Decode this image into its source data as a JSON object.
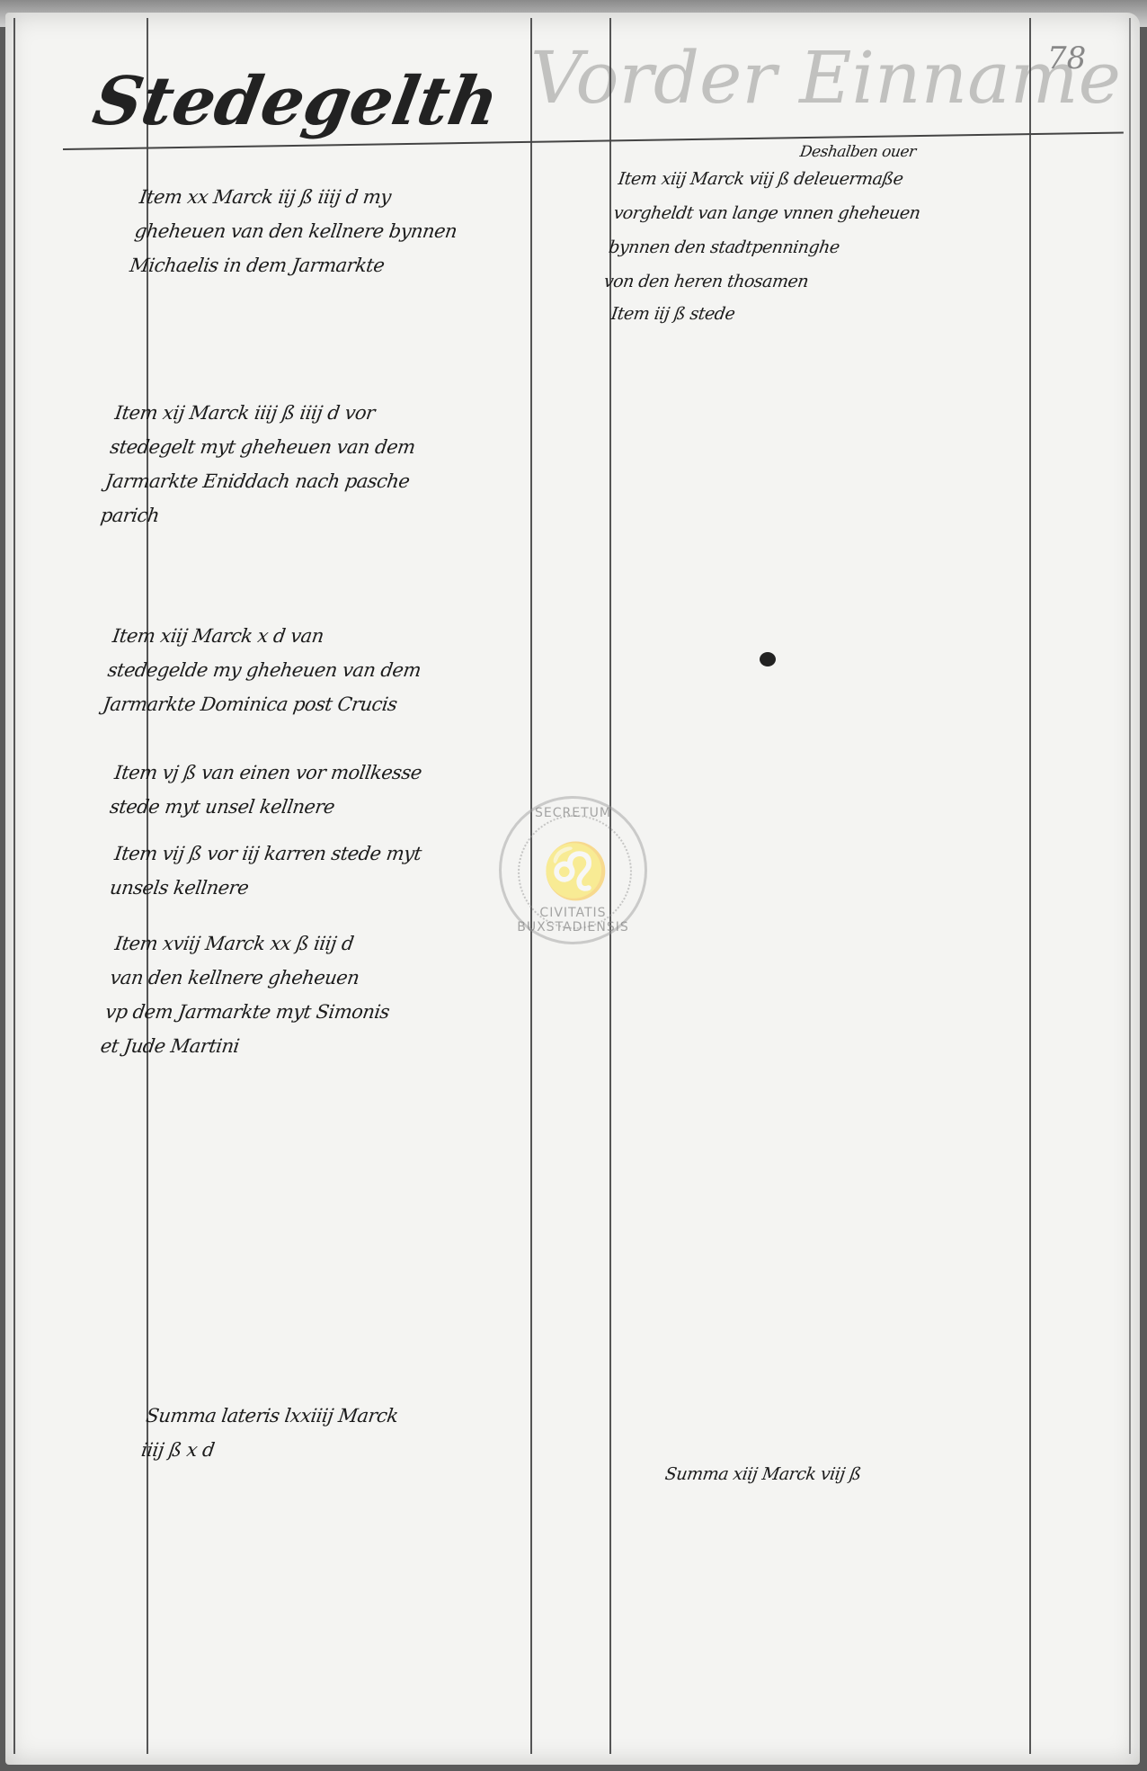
{
  "heading": "Stedegelth",
  "ghost_heading": "Vorder Einname",
  "page_number": "78",
  "left_column": {
    "entries": [
      "Item xx Marck iij ß iiij d my\ngheheuen van den kellnere bynnen\nMichaelis in dem Jarmarkte",
      "Item xij Marck iiij ß iiij d vor\nstedegelt myt gheheuen van dem\nJarmarkte Eniddach nach pasche\nparich",
      "Item xiij Marck x d van\nstedegelde my gheheuen van dem\nJarmarkte Dominica post Crucis",
      "Item vj ß van einen vor mollkesse\nstede myt unsel kellnere",
      "Item vij ß vor iij karren stede myt\nunsels kellnere",
      "Item xviij Marck xx ß iiij d\nvan den kellnere gheheuen\nvp dem Jarmarkte myt Simonis\net Jude Martini"
    ],
    "sum": "Summa lateris lxxiiij Marck\niiij ß x d"
  },
  "right_column": {
    "subheading": "Deshalben ouer",
    "entries": [
      "Item xiij Marck viij ß deleuermaße\nvorgheldt van lange vnnen gheheuen\nbynnen den stadtpenninghe\nvon den heren thosamen",
      "Item iij ß stede"
    ],
    "sum": "Summa xiij Marck viij ß"
  },
  "seal": {
    "top_text": "SECRETUM",
    "bottom_text": "CIVITATIS BUXSTADIENSIS"
  }
}
